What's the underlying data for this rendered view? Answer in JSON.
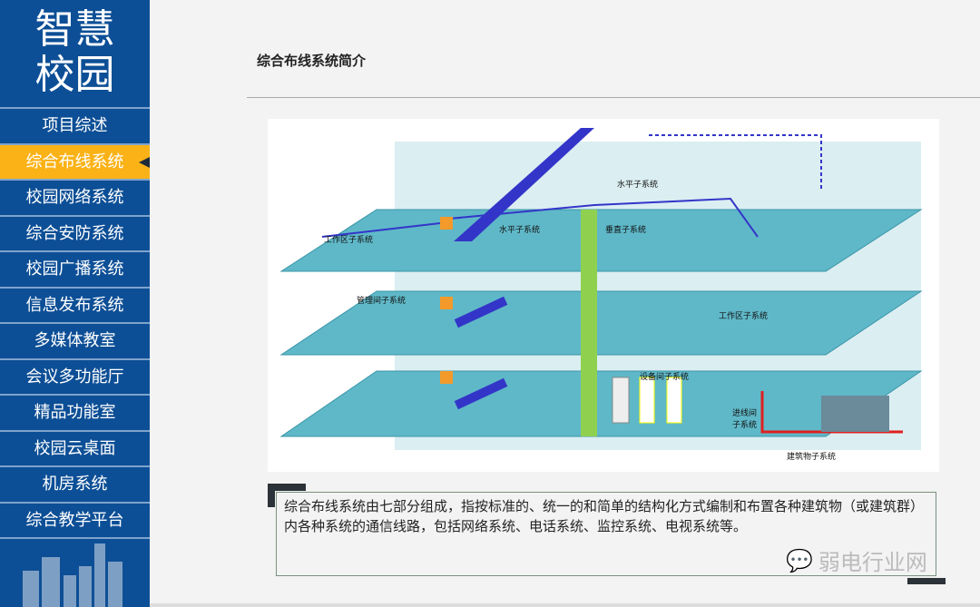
{
  "sidebar": {
    "logo_line1": "智慧",
    "logo_line2": "校园",
    "items": [
      {
        "label": "项目综述"
      },
      {
        "label": "综合布线系统",
        "active": true
      },
      {
        "label": "校园网络系统"
      },
      {
        "label": "综合安防系统"
      },
      {
        "label": "校园广播系统"
      },
      {
        "label": "信息发布系统"
      },
      {
        "label": "多媒体教室"
      },
      {
        "label": "会议多功能厅"
      },
      {
        "label": "精品功能室"
      },
      {
        "label": "校园云桌面"
      },
      {
        "label": "机房系统"
      },
      {
        "label": "综合教学平台"
      }
    ]
  },
  "main": {
    "title": "综合布线系统简介",
    "diagram_labels": {
      "horizontal_top": "水平子系统",
      "horizontal_mid": "水平子系统",
      "vertical": "垂直子系统",
      "work_area_left": "工作区子系统",
      "work_area_right": "工作区子系统",
      "admin": "管理间子系统",
      "equipment": "设备间子系统",
      "entrance_1": "进线间",
      "entrance_2": "子系统",
      "building": "建筑物子系统"
    },
    "description": "综合布线系统由七部分组成，指按标准的、统一的和简单的结构化方式编制和布置各种建筑物（或建筑群）内各种系统的通信线路，包括网络系统、电话系统、监控系统、电视系统等。",
    "watermark": "弱电行业网"
  },
  "colors": {
    "sidebar": "#0d4f96",
    "active": "#fbb216",
    "floor": "#5fb8c8"
  }
}
